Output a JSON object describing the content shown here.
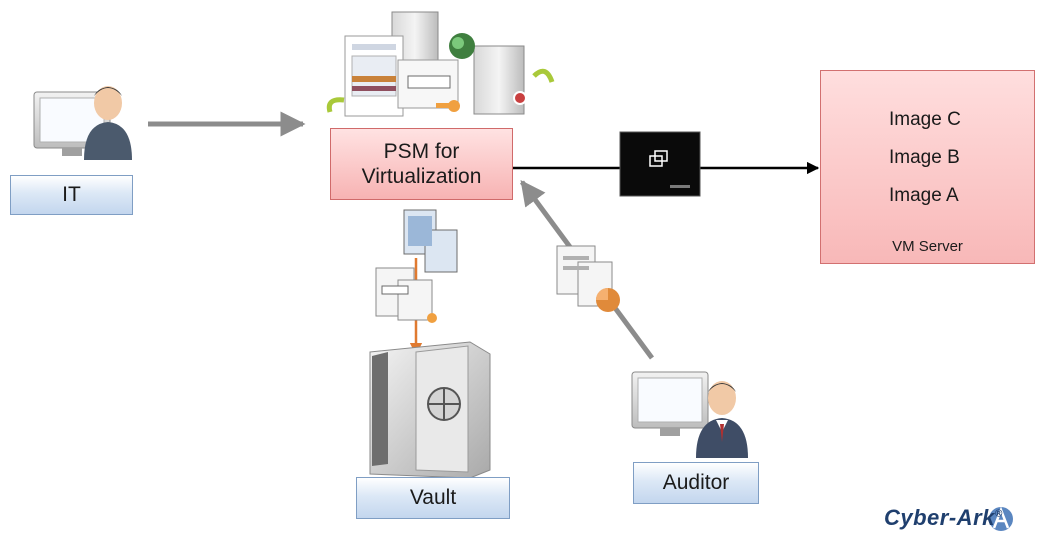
{
  "nodes": {
    "it": {
      "label": "IT"
    },
    "psm": {
      "line1": "PSM for",
      "line2": "Virtualization"
    },
    "vm_server": {
      "label": "VM Server",
      "images": [
        "Image C",
        "Image B",
        "Image A"
      ]
    },
    "vault": {
      "label": "Vault"
    },
    "auditor": {
      "label": "Auditor"
    }
  },
  "logo": {
    "text": "Cyber-Ark",
    "mark": "®"
  },
  "colors": {
    "label_box_border": "#7f9ec4",
    "psm_fill": "#f7b3b3",
    "vm_fill": "#f8b8b8",
    "arrow_gray": "#8c8c8c",
    "arrow_orange": "#e07a30",
    "image_bar": "#7a5fa8",
    "logo_blue": "#1f3f6e"
  },
  "icons": [
    "it-user-monitor-icon",
    "auditor-user-monitor-icon",
    "credential-documents-icon",
    "console-screen-icon",
    "server-rack-icon",
    "vault-safe-icon",
    "film-recording-icon",
    "report-documents-icon"
  ]
}
